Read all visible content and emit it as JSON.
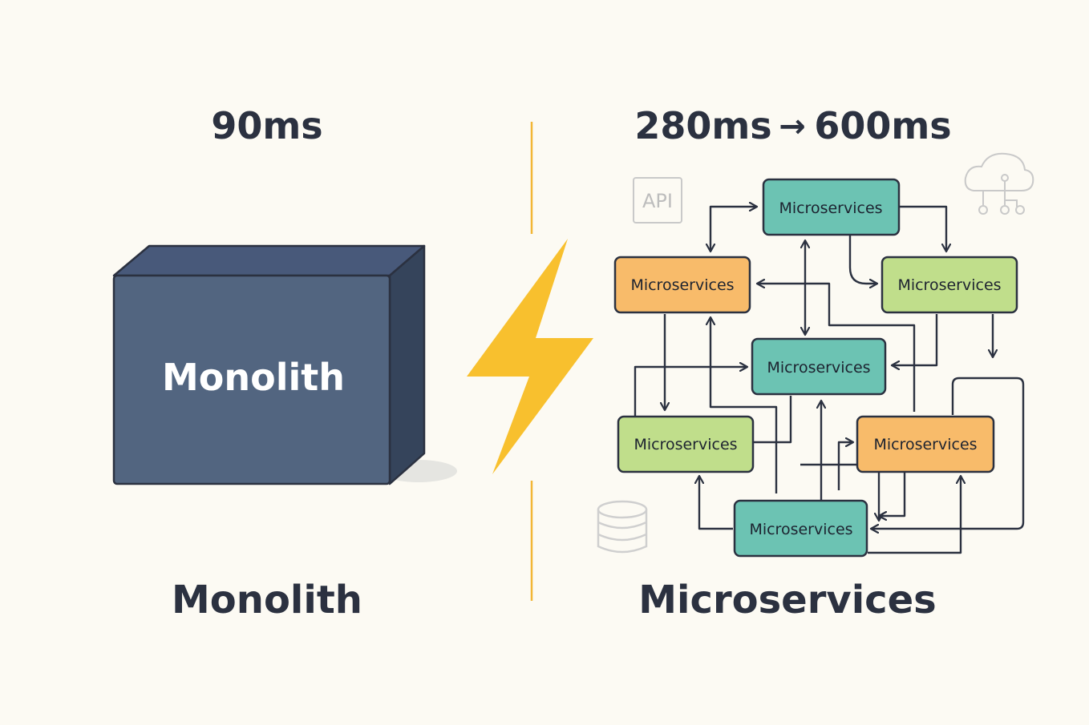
{
  "monolith": {
    "latency": "90ms",
    "box_label": "Monolith",
    "caption": "Monolith"
  },
  "microservices": {
    "latency_from": "280ms",
    "latency_arrow": "→",
    "latency_to": "600ms",
    "caption": "Microservices",
    "api_badge": "API",
    "nodes": [
      {
        "id": "n1",
        "label": "Microservices",
        "color": "#6cc3b3"
      },
      {
        "id": "n2",
        "label": "Microservices",
        "color": "#f8bb6a"
      },
      {
        "id": "n3",
        "label": "Microservices",
        "color": "#c0de8b"
      },
      {
        "id": "n4",
        "label": "Microservices",
        "color": "#6cc3b3"
      },
      {
        "id": "n5",
        "label": "Microservices",
        "color": "#c0de8b"
      },
      {
        "id": "n6",
        "label": "Microservices",
        "color": "#f8bb6a"
      },
      {
        "id": "n7",
        "label": "Microservices",
        "color": "#6cc3b3"
      }
    ]
  },
  "colors": {
    "background": "#fcfaf3",
    "text": "#2b3140",
    "monolith_front": "#526580",
    "monolith_top": "#48597a",
    "monolith_side": "#35445b",
    "divider": "#f2b636",
    "lightning": "#f8c02e"
  },
  "icons": [
    "lightning-bolt-icon",
    "api-icon",
    "cloud-network-icon",
    "database-icon"
  ]
}
